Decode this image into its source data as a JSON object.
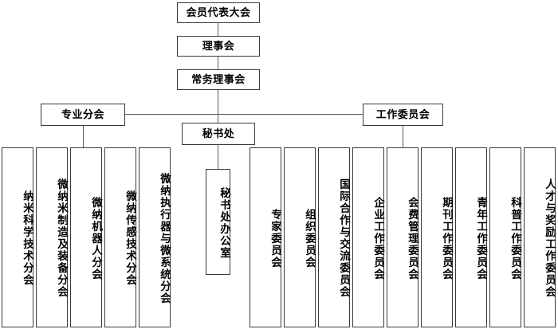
{
  "chart": {
    "type": "organization-chart",
    "title": "",
    "language": "zh-CN",
    "orientation": "top-down",
    "line_color": "#5a5a5a",
    "box_border_color": "#3a3a3a",
    "box_fill_color": "#ffffff",
    "text_color": "#000000"
  },
  "nodes": {
    "assembly": {
      "label": "会员代表大会",
      "level": 1
    },
    "council": {
      "label": "理事会",
      "level": 2
    },
    "standing_council": {
      "label": "常务理事会",
      "level": 3
    },
    "professional_branches": {
      "label": "专业分会",
      "level": 4
    },
    "secretariat": {
      "label": "秘书处",
      "level": 4
    },
    "work_committees": {
      "label": "工作委员会",
      "level": 4
    },
    "secretariat_office": {
      "label": "秘书处办公室",
      "level": 5
    }
  },
  "branches": {
    "group_label": "专业分会",
    "items": [
      {
        "label": "纳米科学技术分会"
      },
      {
        "label": "微纳米制造及装备分会"
      },
      {
        "label": "微纳机器人分会"
      },
      {
        "label": "微纳传感技术分会"
      },
      {
        "label": "微纳执行器与微系统分会"
      }
    ]
  },
  "committees": {
    "group_label": "工作委员会",
    "items": [
      {
        "label": "专家委员会"
      },
      {
        "label": "组织委员会"
      },
      {
        "label": "国际合作与交流委员会"
      },
      {
        "label": "企业工作委员会"
      },
      {
        "label": "会费管理委员会"
      },
      {
        "label": "期刊工作委员会"
      },
      {
        "label": "青年工作委员会"
      },
      {
        "label": "科普工作委员会"
      },
      {
        "label": "人才与奖励工作委员会"
      }
    ]
  }
}
